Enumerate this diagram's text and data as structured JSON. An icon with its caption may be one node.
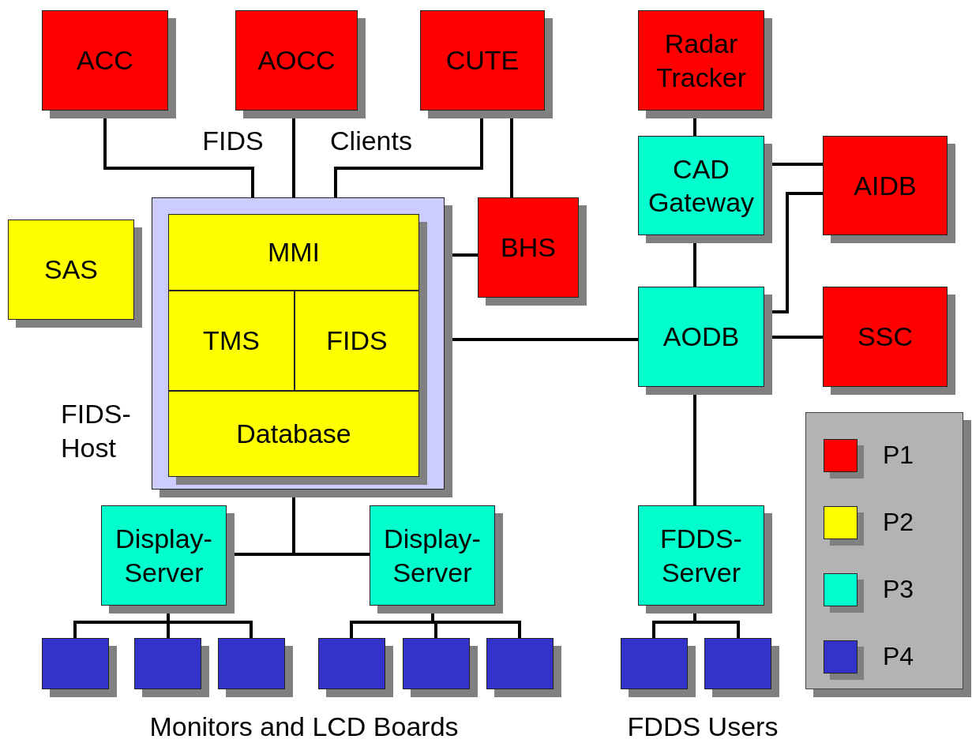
{
  "diagram": {
    "nodes": [
      {
        "text": [
          "ACC"
        ]
      },
      {
        "text": [
          "AOCC"
        ]
      },
      {
        "text": [
          "CUTE"
        ]
      },
      {
        "text": [
          "Radar Tracker"
        ]
      },
      {
        "text": [
          "FIDS- Host"
        ]
      },
      {
        "text": [
          "MMI"
        ],
        "in": 4
      },
      {
        "text": [
          "TMS"
        ],
        "in": 4
      },
      {
        "text": [
          "FIDS"
        ],
        "in": 4
      },
      {
        "text": [
          "Database"
        ],
        "in": 4
      },
      {
        "text": [
          "SAS"
        ]
      },
      {
        "text": [
          "BHS"
        ]
      },
      {
        "text": [
          "CAD Gateway"
        ]
      },
      {
        "text": [
          "AIDB"
        ]
      },
      {
        "text": [
          "AODB"
        ]
      },
      {
        "text": [
          "SSC"
        ]
      },
      {
        "text": [
          "Display- Server"
        ]
      },
      {
        "text": [
          "Display- Server"
        ]
      },
      {
        "text": [
          "FDDS- Server"
        ]
      },
      {
        "text": [],
        "shape": "box"
      },
      {
        "text": [],
        "shape": "box"
      },
      {
        "text": [],
        "shape": "box"
      },
      {
        "text": [],
        "shape": "box"
      },
      {
        "text": [],
        "shape": "box"
      },
      {
        "text": [],
        "shape": "box"
      },
      {
        "text": [],
        "shape": "box"
      },
      {
        "text": [],
        "shape": "box"
      }
    ],
    "edges": [
      {
        "from": 0,
        "to": 4,
        "arrow": "none"
      },
      {
        "from": 1,
        "to": 4,
        "arrow": "none"
      },
      {
        "from": 2,
        "to": 4,
        "arrow": "none"
      },
      {
        "from": 2,
        "to": 10,
        "arrow": "none"
      },
      {
        "from": 4,
        "to": 10,
        "arrow": "none"
      },
      {
        "from": 3,
        "to": 11,
        "arrow": "none"
      },
      {
        "from": 11,
        "to": 12,
        "arrow": "none"
      },
      {
        "from": 11,
        "to": 13,
        "arrow": "none"
      },
      {
        "from": 13,
        "to": 12,
        "arrow": "none"
      },
      {
        "from": 13,
        "to": 14,
        "arrow": "none"
      },
      {
        "from": 4,
        "to": 13,
        "arrow": "none"
      },
      {
        "from": 4,
        "to": 15,
        "arrow": "none"
      },
      {
        "from": 4,
        "to": 16,
        "arrow": "none"
      },
      {
        "from": 13,
        "to": 17,
        "arrow": "none"
      },
      {
        "from": 15,
        "to": 18,
        "arrow": "none"
      },
      {
        "from": 15,
        "to": 19,
        "arrow": "none"
      },
      {
        "from": 15,
        "to": 20,
        "arrow": "none"
      },
      {
        "from": 16,
        "to": 21,
        "arrow": "none"
      },
      {
        "from": 16,
        "to": 22,
        "arrow": "none"
      },
      {
        "from": 16,
        "to": 23,
        "arrow": "none"
      },
      {
        "from": 17,
        "to": 24,
        "arrow": "none"
      },
      {
        "from": 17,
        "to": 25,
        "arrow": "none"
      }
    ],
    "labels": [
      "FIDS",
      "Clients",
      "Monitors and LCD Boards",
      "FDDS Users"
    ],
    "legend": [
      {
        "text": "P1",
        "color": "#ff0000"
      },
      {
        "text": "P2",
        "color": "#ffff00"
      },
      {
        "text": "P3",
        "color": "#00ffcc"
      },
      {
        "text": "P4",
        "color": "#3333cc"
      }
    ]
  }
}
